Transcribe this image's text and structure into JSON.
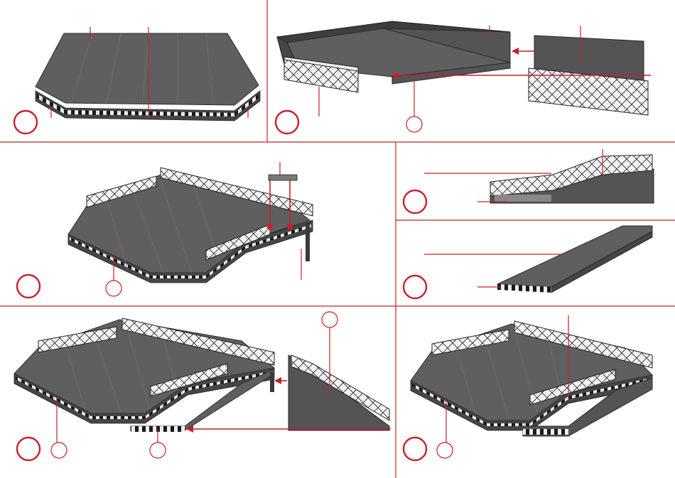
{
  "diagram": {
    "panels": [
      {
        "id": "panel-1",
        "step": ""
      },
      {
        "id": "panel-2",
        "step": ""
      },
      {
        "id": "panel-3",
        "step": ""
      },
      {
        "id": "panel-4",
        "step": ""
      },
      {
        "id": "panel-5",
        "step": ""
      },
      {
        "id": "panel-6",
        "step": ""
      },
      {
        "id": "panel-7",
        "step": ""
      }
    ],
    "colors": {
      "accent": "#c8202a",
      "deck": "#5f5f5f",
      "deck_edge": "#2d2d2d",
      "railing": "#f4f4f4"
    }
  }
}
